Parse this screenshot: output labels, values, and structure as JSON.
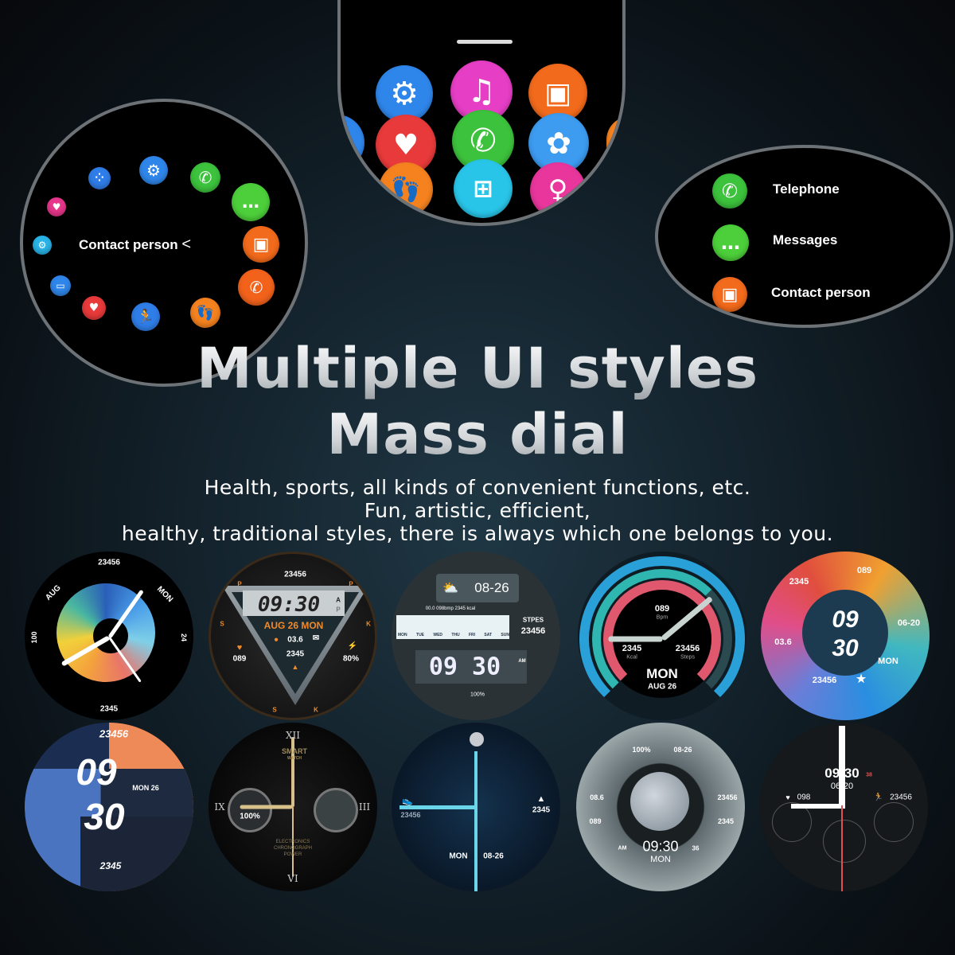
{
  "top_circles": {
    "icon_ring": {
      "center_label": "Contact person",
      "back_glyph": "<"
    },
    "app_grid": {
      "icons": [
        "gear-icon",
        "music-icon",
        "contacts-icon",
        "heart-rate-icon",
        "phone-icon",
        "flower-icon",
        "footsteps-icon",
        "calculator-icon",
        "female-icon"
      ]
    },
    "app_list": {
      "items": [
        {
          "label": "Telephone",
          "icon": "phone-icon",
          "color": "#3cc23c"
        },
        {
          "label": "Messages",
          "icon": "message-icon",
          "color": "#4ccf3a"
        },
        {
          "label": "Contact person",
          "icon": "contacts-icon",
          "color": "#f26a1b"
        }
      ]
    }
  },
  "headline": {
    "line1": "Multiple UI styles",
    "line2": "Mass dial"
  },
  "subtitle": {
    "line1": "Health, sports, all kinds of convenient functions, etc.",
    "line2": "Fun, artistic, efficient,",
    "line3": "healthy, traditional styles, there is always which one belongs to you."
  },
  "dials": {
    "d1": {
      "top": "23456",
      "left_top": "AUG",
      "right_top": "MON",
      "left": "100",
      "right": "24",
      "bottom": "2345"
    },
    "d2": {
      "steps": "23456",
      "time": "09:30",
      "am": "A",
      "pm": "P",
      "date": "AUG  26  MON",
      "distance": "03.6",
      "heart": "089",
      "calories": "2345",
      "battery": "80%",
      "p1": "P",
      "p2": "P",
      "s1": "S",
      "k1": "K",
      "s2": "S",
      "k2": "K"
    },
    "d3": {
      "date": "08-26",
      "stats": "00.0  098bmp  2345 kcal",
      "days": [
        "MON",
        "TUE",
        "WED",
        "THU",
        "FRI",
        "SAT",
        "SUN"
      ],
      "steps_label": "STPES",
      "steps": "23456",
      "time": "09 30",
      "ampm": "AM",
      "battery": "100%"
    },
    "d4": {
      "bpm": "089",
      "bpm_label": "Bpm",
      "kcal": "2345",
      "kcal_label": "Kcal",
      "steps": "23456",
      "steps_label": "Steps",
      "day": "MON",
      "date": "AUG  26"
    },
    "d5": {
      "heart": "089",
      "calories": "2345",
      "hour": "09",
      "minute": "30",
      "date": "06-20",
      "distance": "03.6",
      "day": "MON",
      "steps": "23456"
    },
    "d6": {
      "steps": "23456",
      "hour": "09",
      "minute": "30",
      "date": "MON  26",
      "calories": "2345"
    },
    "d7": {
      "xii": "XII",
      "iii": "III",
      "vi": "VI",
      "ix": "IX",
      "brand": "SMART",
      "brand_sub": "WATCH",
      "battery": "100%",
      "footer1": "ELECTRONICS",
      "footer2": "CHRONOGRAPH",
      "footer3": "POWER"
    },
    "d8": {
      "steps": "23456",
      "calories": "2345",
      "day": "MON",
      "date": "08-26"
    },
    "d9": {
      "battery": "100%",
      "date": "08-26",
      "distance": "08.6",
      "steps": "23456",
      "heart": "089",
      "calories": "2345",
      "ampm": "AM",
      "time": "09:30",
      "seconds": "36",
      "day": "MON"
    },
    "d10": {
      "time": "09:30",
      "seconds": "38",
      "date": "06-20",
      "heart": "098",
      "steps": "23456"
    }
  }
}
